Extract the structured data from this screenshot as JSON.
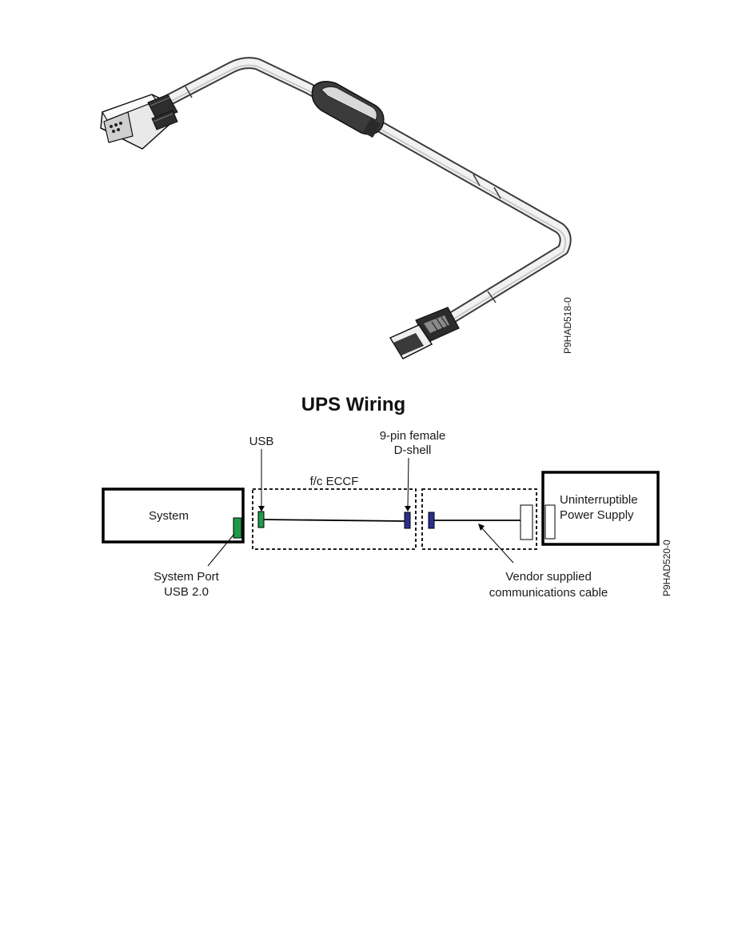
{
  "cable_illustration": {
    "figure_code": "P9HAD518-0"
  },
  "wiring": {
    "title": "UPS Wiring",
    "figure_code": "P9HAD520-0",
    "system_box": "System",
    "ups_box": {
      "line1": "Uninterruptible",
      "line2": "Power Supply"
    },
    "cable_group_label": "f/c ECCF",
    "usb_label": "USB",
    "dshell_label": {
      "line1": "9-pin female",
      "line2": "D-shell"
    },
    "system_port_label": {
      "line1": "System Port",
      "line2": "USB 2.0"
    },
    "vendor_cable_label": {
      "line1": "Vendor supplied",
      "line2": "communications cable"
    },
    "colors": {
      "usb_connector": "#1f9a4a",
      "dshell_connector": "#2a2f8f"
    }
  }
}
